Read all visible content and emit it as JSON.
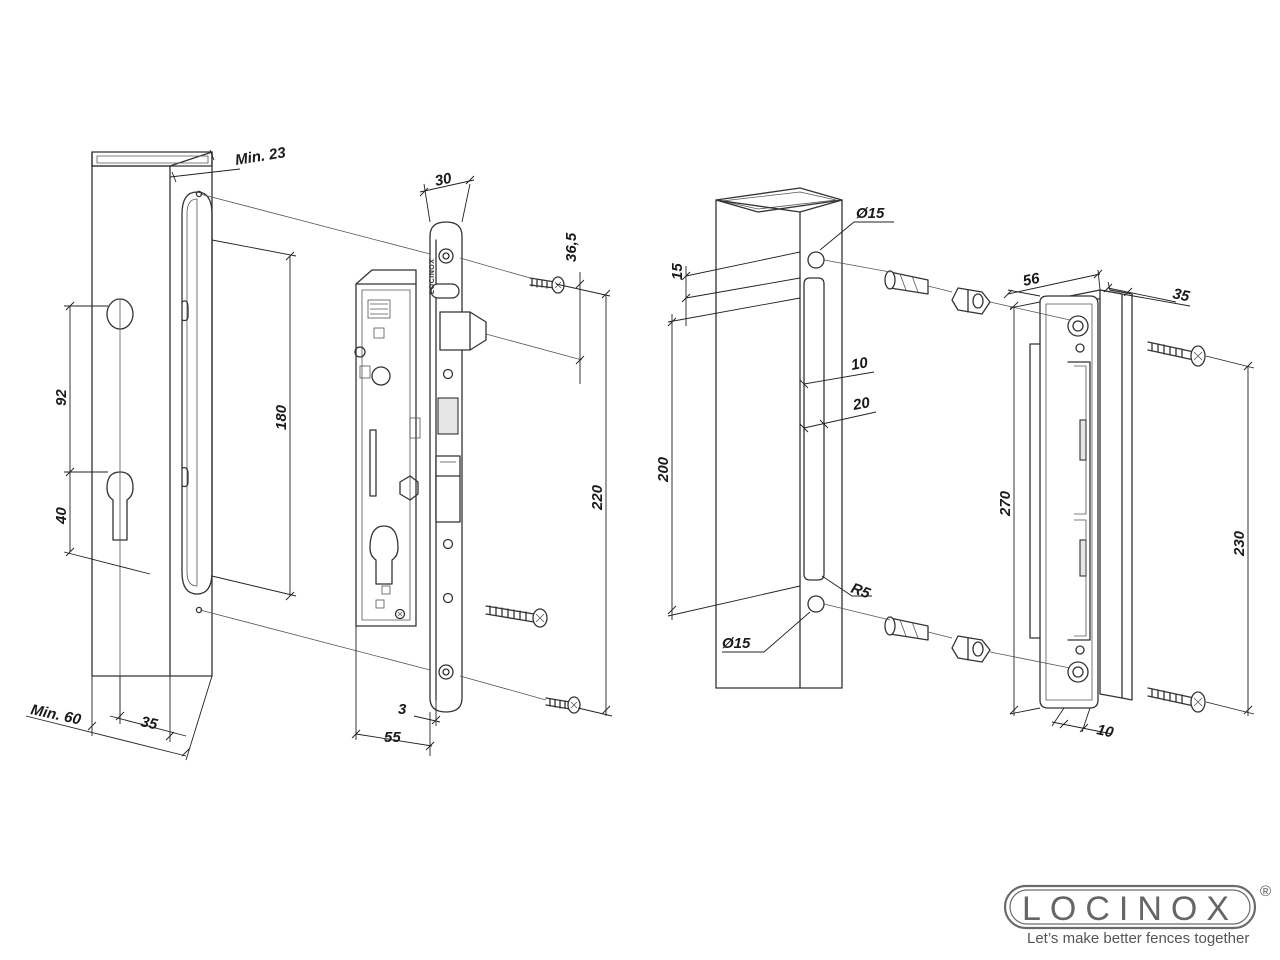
{
  "dimensions": {
    "min23": "Min. 23",
    "min60": "Min. 60",
    "d35_left": "35",
    "d92": "92",
    "d40": "40",
    "d180": "180",
    "d30": "30",
    "d36_5": "36,5",
    "d220": "220",
    "d3": "3",
    "d55": "55",
    "d15": "15",
    "d200": "200",
    "dia15_top": "Ø15",
    "d10_slot": "10",
    "d20": "20",
    "r5": "R5",
    "dia15_bottom": "Ø15",
    "d56": "56",
    "d35_right": "35",
    "d270": "270",
    "d230": "230",
    "d10_bottom": "10"
  },
  "lock_brand": "LOCINOX",
  "logo": {
    "name": "LOCINOX",
    "registered": "®",
    "tagline": "Let’s make better fences together"
  }
}
